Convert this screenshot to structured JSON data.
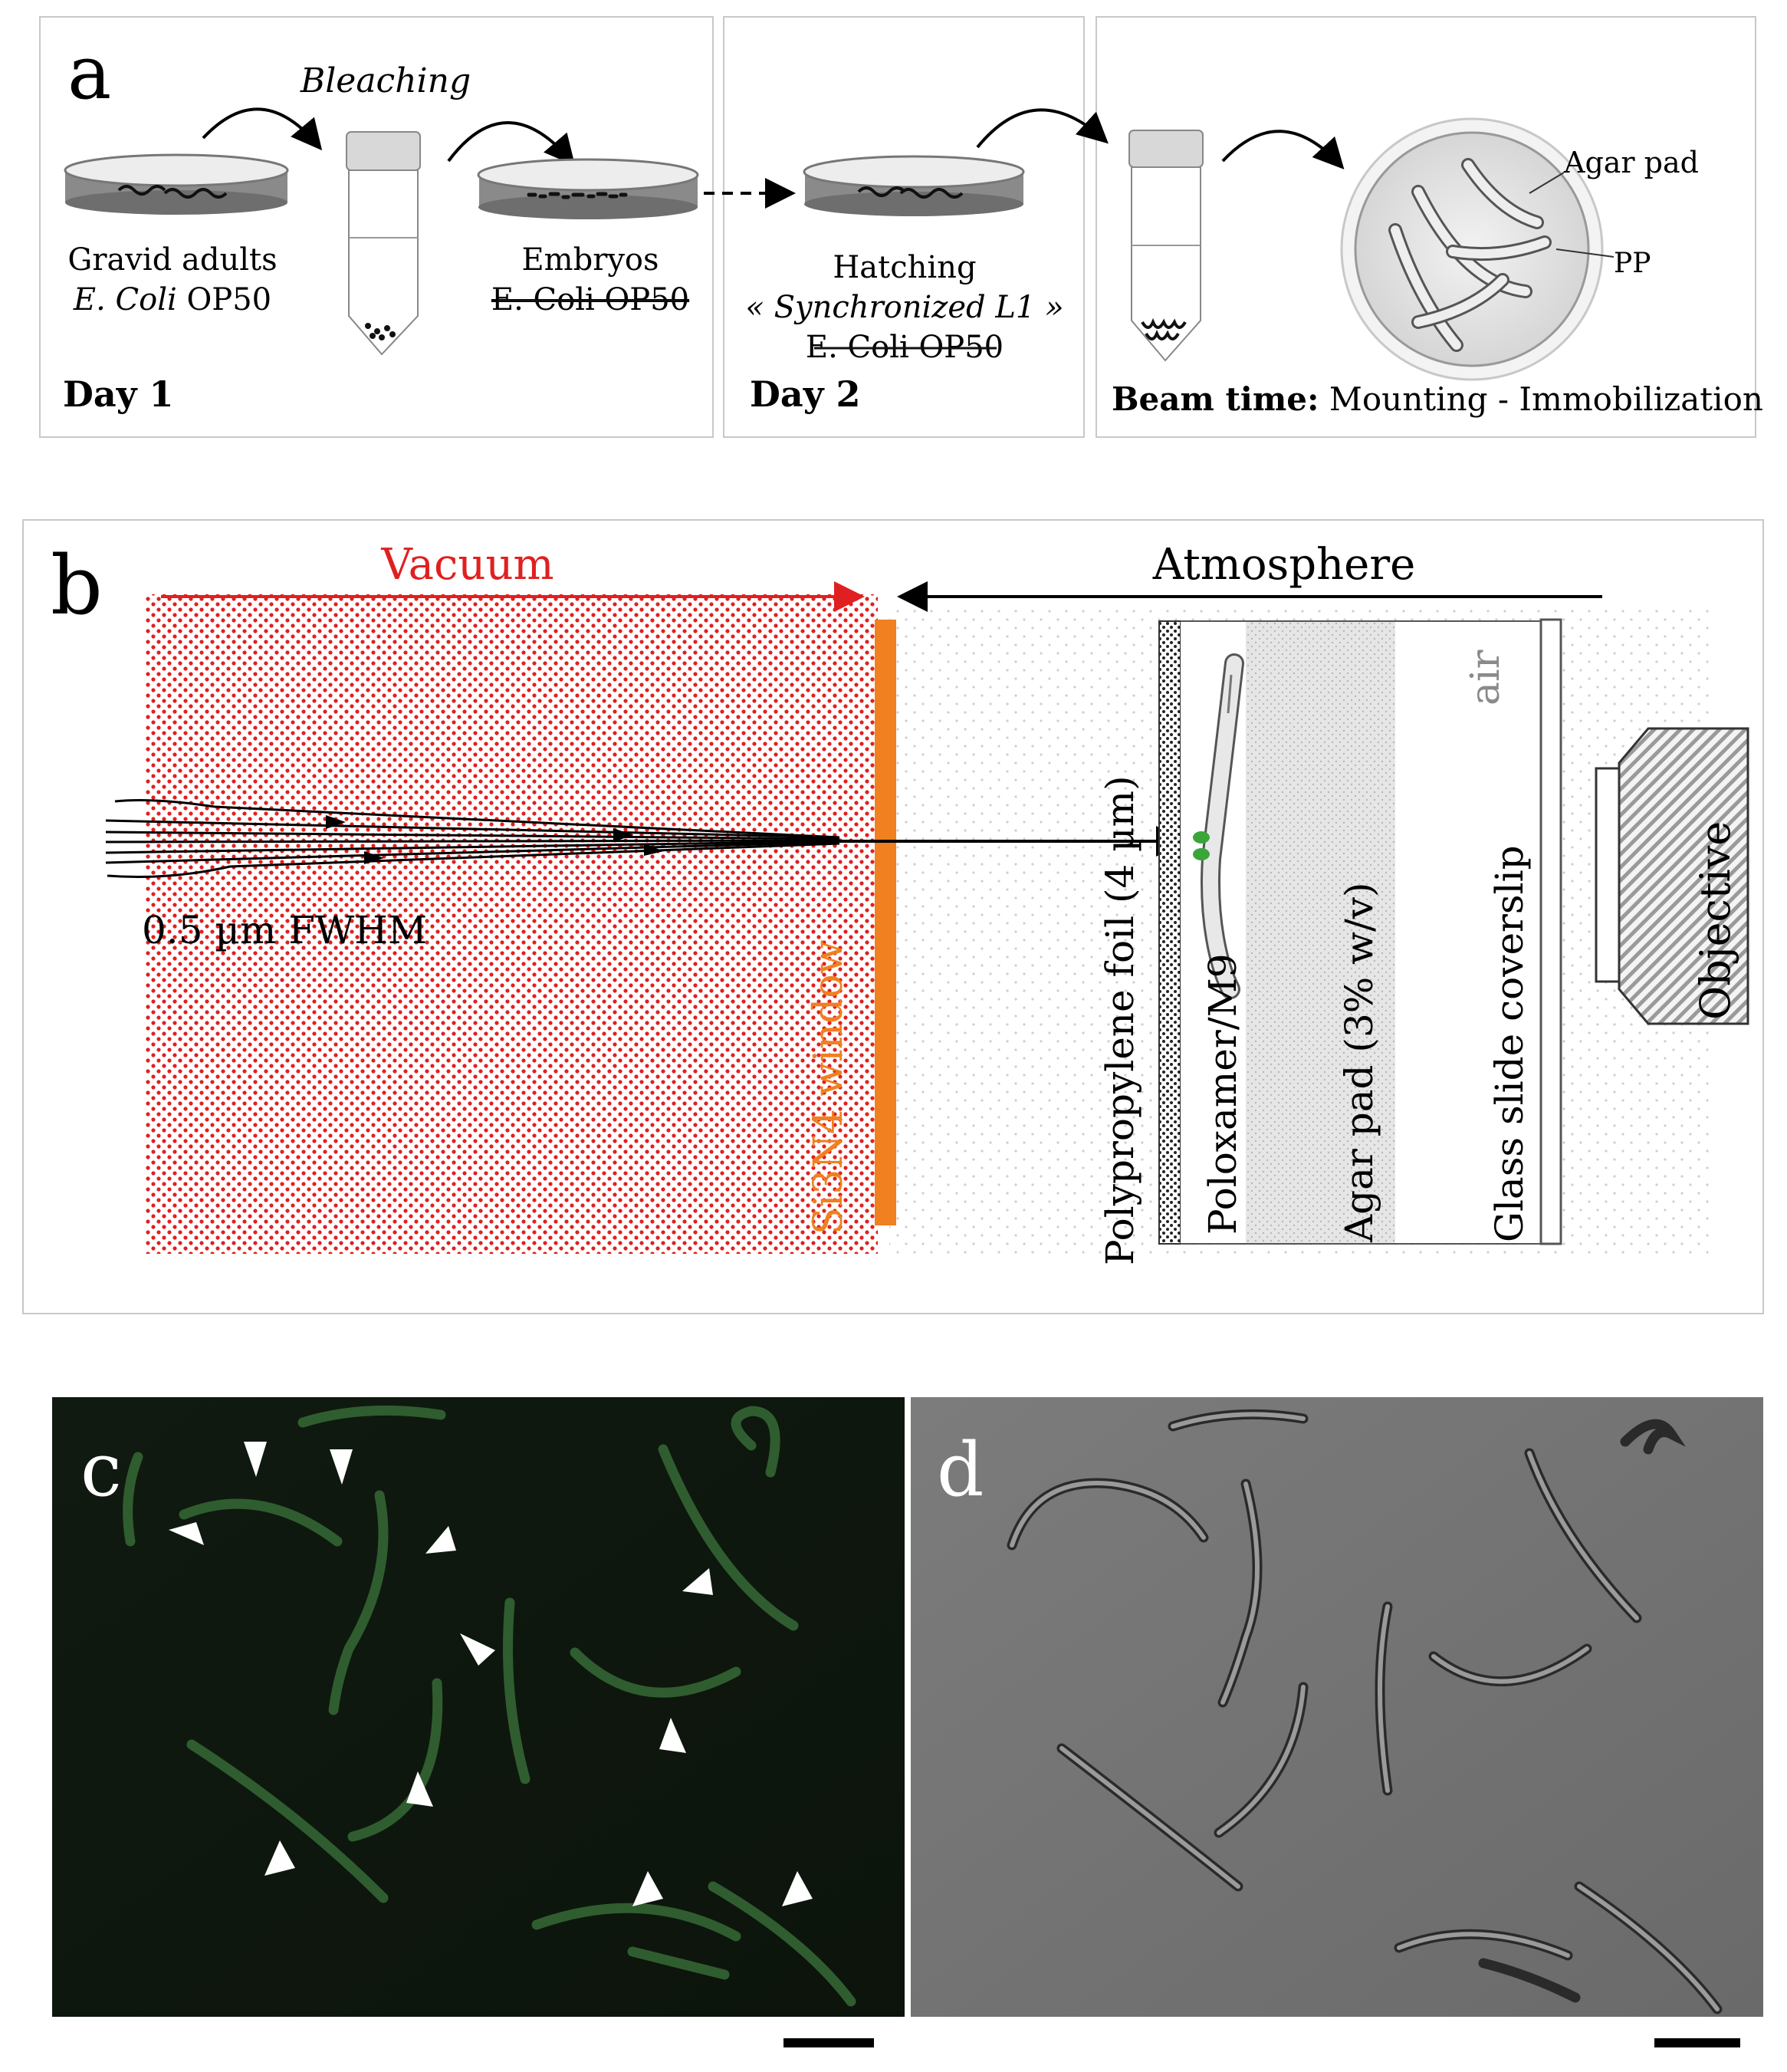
{
  "panel_a": {
    "label": "a",
    "bleaching": "Bleaching",
    "gravid_adults": "Gravid adults",
    "ecoli_italic": "E. Coli",
    "op50": "OP50",
    "embryos": "Embryos",
    "ecoli_struck": "E. Coli OP50",
    "day1": "Day 1",
    "hatching": "Hatching",
    "synchronized": "« Synchronized L1 »",
    "ecoli_struck_2": "E. Coli OP50",
    "day2": "Day 2",
    "agar_pad": "Agar pad",
    "pp": "PP",
    "beam_time_bold": "Beam time:",
    "beam_time_rest": "Mounting - Immobilization"
  },
  "panel_b": {
    "label": "b",
    "vacuum": "Vacuum",
    "atmosphere": "Atmosphere",
    "fwhm": "0.5 µm FWHM",
    "window": "Si3N4 window",
    "air": "air",
    "objective": "Objective",
    "polypropylene": "Polypropylene foil (4 µm)",
    "poloxamer": "Poloxamer/M9",
    "agar": "Agar pad (3% w/v)",
    "glass": "Glass slide coverslip",
    "colors": {
      "vacuum": "#e02020",
      "window": "#f08020",
      "marker": "#3aa63a"
    }
  },
  "panel_c": {
    "label": "c"
  },
  "panel_d": {
    "label": "d"
  }
}
